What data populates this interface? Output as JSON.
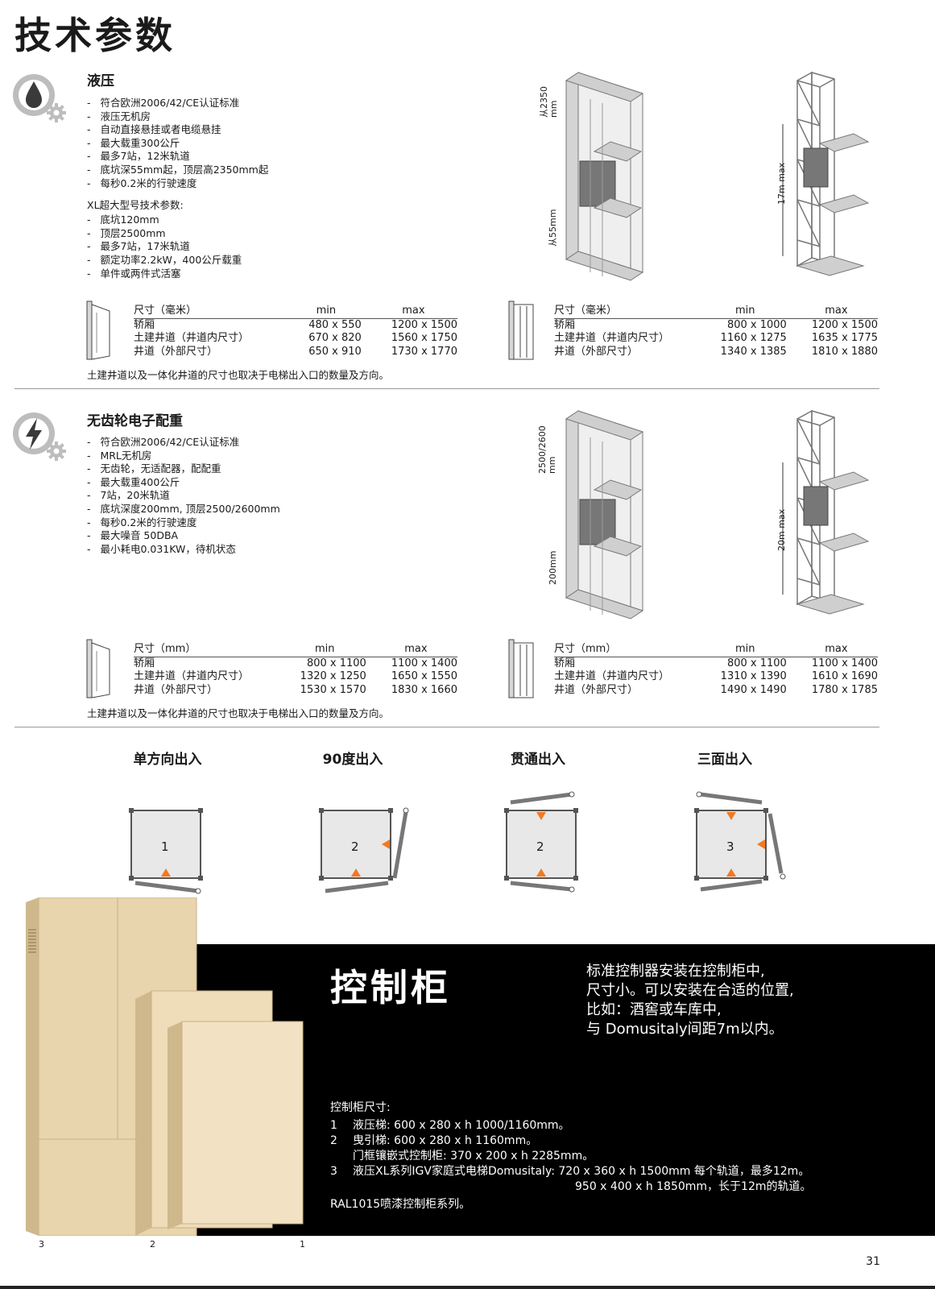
{
  "page_title": "技术参数",
  "hydraulic": {
    "title": "液压",
    "bullets": [
      "符合欧洲2006/42/CE认证标准",
      "液压无机房",
      "自动直接悬挂或者电缆悬挂",
      "最大载重300公斤",
      "最多7站，12米轨道",
      "底坑深55mm起，顶层高2350mm起",
      "每秒0.2米的行驶速度"
    ],
    "xl_heading": "XL超大型号技术参数:",
    "xl_bullets": [
      "底坑120mm",
      "顶层2500mm",
      "最多7站，17米轨道",
      "额定功率2.2kW，400公斤载重",
      "单件或两件式活塞"
    ],
    "diagram_labels": {
      "headroom": "从2350\nmm",
      "pit": "从55mm",
      "max": "17m max"
    },
    "table_left": {
      "header": "尺寸（毫米）",
      "min": "min",
      "max": "max",
      "rows": [
        {
          "label": "轿厢",
          "min": "480 x 550",
          "max": "1200 x 1500"
        },
        {
          "label": "土建井道（井道内尺寸）",
          "min": "670 x 820",
          "max": "1560 x 1750"
        },
        {
          "label": "井道（外部尺寸）",
          "min": "650 x 910",
          "max": "1730 x 1770"
        }
      ]
    },
    "table_right": {
      "header": "尺寸（毫米）",
      "min": "min",
      "max": "max",
      "rows": [
        {
          "label": "轿厢",
          "min": "800 x 1000",
          "max": "1200 x 1500"
        },
        {
          "label": "土建井道（井道内尺寸）",
          "min": "1160 x 1275",
          "max": "1635 x 1775"
        },
        {
          "label": "井道（外部尺寸）",
          "min": "1340 x 1385",
          "max": "1810 x 1880"
        }
      ]
    },
    "note": "土建井道以及一体化井道的尺寸也取决于电梯出入口的数量及方向。"
  },
  "gearless": {
    "title": "无齿轮电子配重",
    "bullets": [
      "符合欧洲2006/42/CE认证标准",
      "MRL无机房",
      "无齿轮，无适配器，配配重",
      "最大载重400公斤",
      "7站，20米轨道",
      "底坑深度200mm, 顶层2500/2600mm",
      "每秒0.2米的行驶速度",
      "最大噪音 50DBA",
      "最小耗电0.031KW，待机状态"
    ],
    "diagram_labels": {
      "headroom": "2500/2600\nmm",
      "pit": "200mm",
      "max": "20m max"
    },
    "table_left": {
      "header": "尺寸（mm）",
      "min": "min",
      "max": "max",
      "rows": [
        {
          "label": "轿厢",
          "min": "800 x 1100",
          "max": "1100 x 1400"
        },
        {
          "label": "土建井道（井道内尺寸）",
          "min": "1320 x 1250",
          "max": "1650 x 1550"
        },
        {
          "label": "井道（外部尺寸）",
          "min": "1530 x 1570",
          "max": "1830 x 1660"
        }
      ]
    },
    "table_right": {
      "header": "尺寸（mm）",
      "min": "min",
      "max": "max",
      "rows": [
        {
          "label": "轿厢",
          "min": "800 x 1100",
          "max": "1100 x 1400"
        },
        {
          "label": "土建井道（井道内尺寸）",
          "min": "1310 x 1390",
          "max": "1610 x 1690"
        },
        {
          "label": "井道（外部尺寸）",
          "min": "1490 x 1490",
          "max": "1780 x 1785"
        }
      ]
    },
    "note": "土建井道以及一体化井道的尺寸也取决于电梯出入口的数量及方向。"
  },
  "entries": [
    {
      "label": "单方向出入",
      "num": "1"
    },
    {
      "label": "90度出入",
      "num": "2"
    },
    {
      "label": "贯通出入",
      "num": "2"
    },
    {
      "label": "三面出入",
      "num": "3"
    }
  ],
  "cabinet": {
    "title": "控制柜",
    "desc": [
      "标准控制器安装在控制柜中,",
      "尺寸小。可以安装在合适的位置,",
      "比如：酒窖或车库中,",
      "与 Domusitaly间距7m以内。"
    ],
    "dims_heading": "控制柜尺寸:",
    "dims": [
      {
        "num": "1",
        "lines": [
          "液压梯: 600 x 280 x h 1000/1160mm。"
        ]
      },
      {
        "num": "2",
        "lines": [
          "曳引梯: 600 x 280 x h 1160mm。",
          "门框镶嵌式控制柜: 370 x 200 x h 2285mm。"
        ]
      },
      {
        "num": "3",
        "lines": [
          "液压XL系列IGV家庭式电梯Domusitaly: 720 x 360 x h 1500mm 每个轨道，最多12m。",
          "950 x 400 x h 1850mm，长于12m的轨道。"
        ]
      }
    ],
    "footer": "RAL1015喷漆控制柜系列。",
    "cabinet_labels": [
      "3",
      "2",
      "1"
    ]
  },
  "page_number": "31",
  "colors": {
    "accent_orange": "#f07a22",
    "panel_gray": "#e6e6e6",
    "cabinet_beige": "#e8d4ad"
  }
}
